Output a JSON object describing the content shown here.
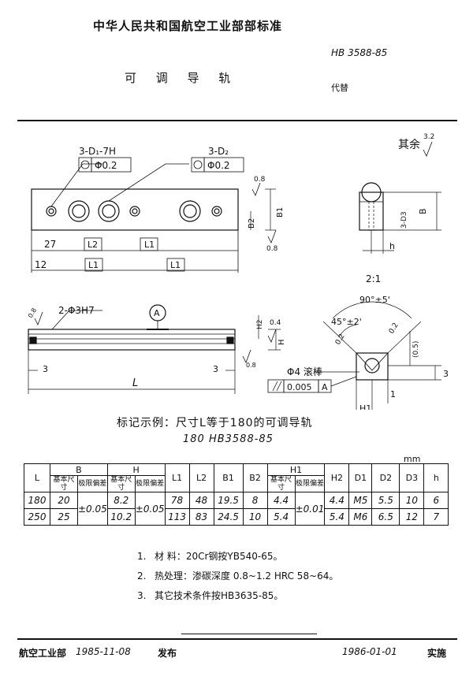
{
  "header": {
    "org": "中华人民共和国航空工业部部标准",
    "standard_no": "HB 3588-85",
    "title": "可 调 导 轨",
    "replace_note": "代替"
  },
  "drawing": {
    "roughness_note": "其余",
    "roughness_value": "3.2",
    "hole_callout_1": "3-D₁-7H",
    "hole_callout_2": "3-D₂",
    "tolerance_1": "Φ0.2",
    "tolerance_2": "Φ0.2",
    "dim_27": "27",
    "dim_L2": "L2",
    "dim_L1": "L1",
    "dim_12": "12",
    "dim_L1b": "L1",
    "dim_L1c": "L1",
    "dim_B2": "B2",
    "dim_B1": "B1",
    "rough_08a": "0.8",
    "rough_08b": "0.8",
    "side_B": "B",
    "side_D3": "3-D3",
    "side_h": "h",
    "scale": "2:1",
    "callout_pin": "2-Φ3H7",
    "rough_08c": "0.8",
    "circle_A": "A",
    "dim_H2": "H2",
    "rough_04": "0.4",
    "dim_H": "H",
    "rough_08d": "0.8",
    "dim_3a": "3",
    "dim_3b": "3",
    "dim_L": "L",
    "angle_90": "90°±5'",
    "angle_45": "45°±2'",
    "r_02a": "0.2",
    "r_02b": "0.2",
    "dim_05": "(0.5)",
    "dim_3c": "3",
    "pin_label": "Φ4 滚棒",
    "parallel_tol": "0.005",
    "parallel_ref": "A",
    "dim_1": "1",
    "dim_H1": "H1"
  },
  "example": {
    "line1": "标记示例：尺寸L等于180的可调导轨",
    "line2": "180  HB3588-85"
  },
  "table": {
    "unit": "mm",
    "headers": {
      "L": "L",
      "B": "B",
      "H": "H",
      "L1": "L1",
      "L2": "L2",
      "B1": "B1",
      "B2": "B2",
      "H1": "H1",
      "H2": "H2",
      "D1": "D1",
      "D2": "D2",
      "D3": "D3",
      "h": "h",
      "basic": "基本尺寸",
      "dev": "极限偏差"
    },
    "rows": [
      {
        "L": "180",
        "B": "20",
        "H": "8.2",
        "L1": "78",
        "L2": "48",
        "B1": "19.5",
        "B2": "8",
        "H1": "4.4",
        "H2": "4.4",
        "D1": "M5",
        "D2": "5.5",
        "D3": "10",
        "h": "6"
      },
      {
        "L": "250",
        "B": "25",
        "H": "10.2",
        "L1": "113",
        "L2": "83",
        "B1": "24.5",
        "B2": "10",
        "H1": "5.4",
        "H2": "5.4",
        "D1": "M6",
        "D2": "6.5",
        "D3": "12",
        "h": "7"
      }
    ],
    "dev_B": "±0.05",
    "dev_H": "±0.05",
    "dev_H1": "±0.01"
  },
  "notes": [
    {
      "num": "1.",
      "text": "材  料：20Cr钢按YB540-65。"
    },
    {
      "num": "2.",
      "text": "热处理：渗碳深度 0.8~1.2 HRC 58~64。"
    },
    {
      "num": "3.",
      "text": "其它技术条件按HB3635-85。"
    }
  ],
  "footer": {
    "issuer": "航空工业部",
    "issue_date": "1985-11-08",
    "issue_label": "发布",
    "effective_date": "1986-01-01",
    "effective_label": "实施"
  }
}
